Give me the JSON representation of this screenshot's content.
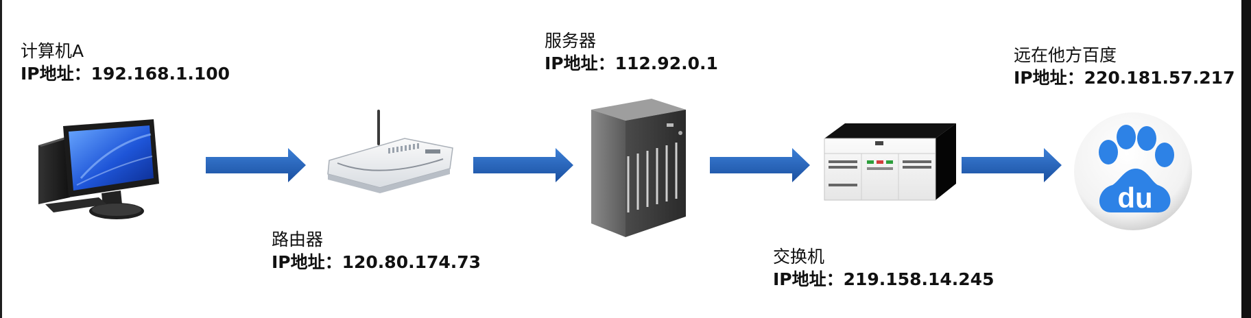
{
  "ip_prefix": "IP地址：",
  "nodes": [
    {
      "id": "computer",
      "name": "计算机A",
      "ip": "192.168.1.100",
      "icon": "computer-icon"
    },
    {
      "id": "router",
      "name": "路由器",
      "ip": "120.80.174.73",
      "icon": "router-icon"
    },
    {
      "id": "server",
      "name": "服务器",
      "ip": "112.92.0.1",
      "icon": "server-icon"
    },
    {
      "id": "switch",
      "name": "交换机",
      "ip": "219.158.14.245",
      "icon": "switch-icon"
    },
    {
      "id": "baidu",
      "name": "远在他方百度",
      "ip": "220.181.57.217",
      "icon": "baidu-paw-icon"
    }
  ],
  "baidu_logo_text": "du",
  "colors": {
    "arrow": "#1f5fb8",
    "baidu_blue": "#2d82e6"
  }
}
